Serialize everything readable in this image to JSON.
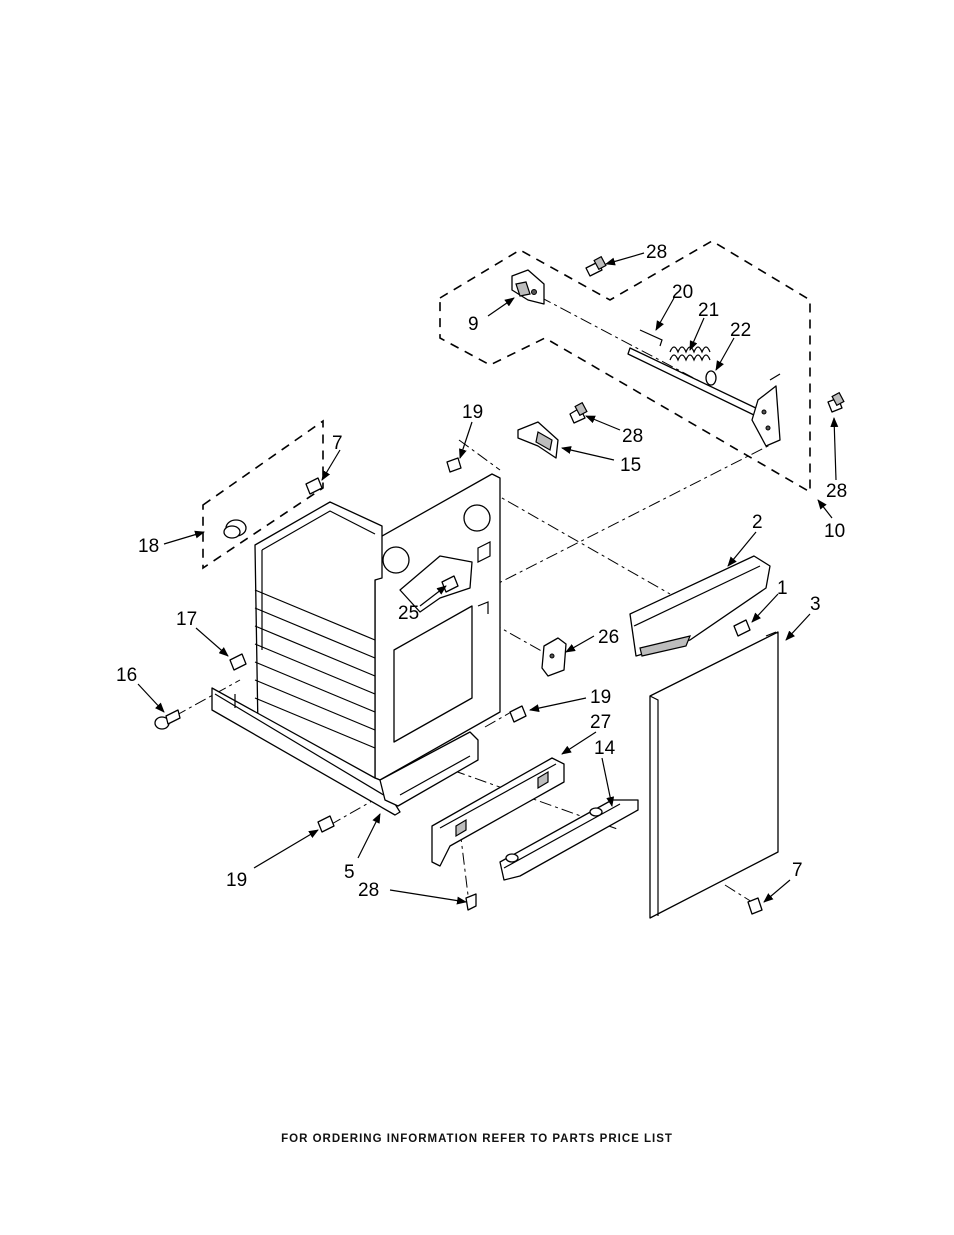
{
  "callouts": {
    "c28a": "28",
    "c20": "20",
    "c21": "21",
    "c22": "22",
    "c9": "9",
    "c28b": "28",
    "c28c": "28",
    "c10": "10",
    "c19a": "19",
    "c15": "15",
    "c7a": "7",
    "c18": "18",
    "c2": "2",
    "c1": "1",
    "c3": "3",
    "c25": "25",
    "c26": "26",
    "c17": "17",
    "c16": "16",
    "c19b": "19",
    "c27": "27",
    "c14": "14",
    "c19c": "19",
    "c5": "5",
    "c28d": "28",
    "c7b": "7"
  },
  "footer": "FOR ORDERING INFORMATION REFER TO PARTS PRICE LIST"
}
